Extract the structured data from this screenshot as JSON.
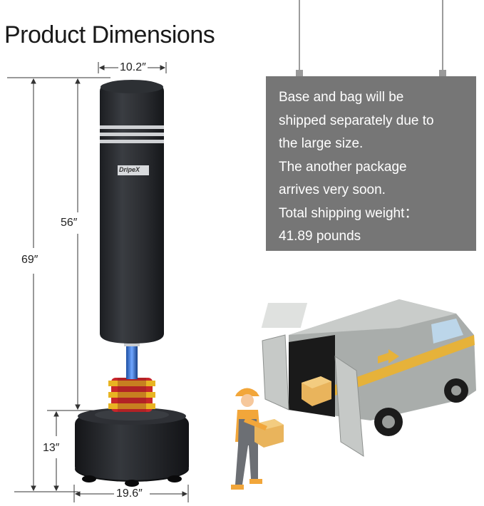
{
  "title": "Product Dimensions",
  "dimensions": {
    "top_width": "10.2″",
    "bag_height": "56″",
    "total_height": "69″",
    "base_height": "13″",
    "base_width": "19.6″"
  },
  "brand": "DripeX",
  "sign_lines": [
    "Base and bag will be",
    "shipped separately due to",
    "the large size.",
    "The another package",
    "arrives very soon.",
    "Total shipping weight：",
    "41.89 pounds"
  ],
  "colors": {
    "sign_background": "#767676",
    "bag": "#2b2d30",
    "base": "#1f2124",
    "pole": "#2f6fd0",
    "spring_red": "#c8262a",
    "spring_gold": "#e8b422",
    "van_body": "#a9adab",
    "van_stripe": "#e6b23a",
    "box": "#e9b45c",
    "worker_orange": "#f2a63a",
    "worker_overalls": "#6c6f74"
  }
}
